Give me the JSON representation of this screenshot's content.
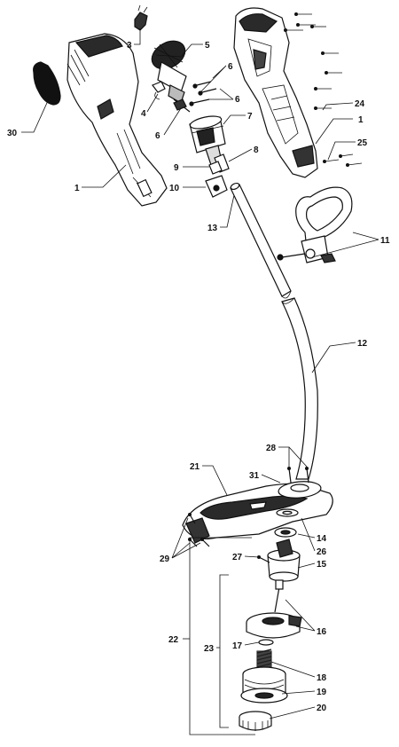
{
  "labels": {
    "l1a": "1",
    "l1b": "1",
    "l3": "3",
    "l4": "4",
    "l5": "5",
    "l6a": "6",
    "l6b": "6",
    "l6c": "6",
    "l7": "7",
    "l8": "8",
    "l9": "9",
    "l10": "10",
    "l11": "11",
    "l12": "12",
    "l13": "13",
    "l14": "14",
    "l15": "15",
    "l16": "16",
    "l17": "17",
    "l18": "18",
    "l19": "19",
    "l20": "20",
    "l21": "21",
    "l22": "22",
    "l23": "23",
    "l24": "24",
    "l25": "25",
    "l26": "26",
    "l27": "27",
    "l28": "28",
    "l29": "29",
    "l30": "30",
    "l31": "31"
  }
}
